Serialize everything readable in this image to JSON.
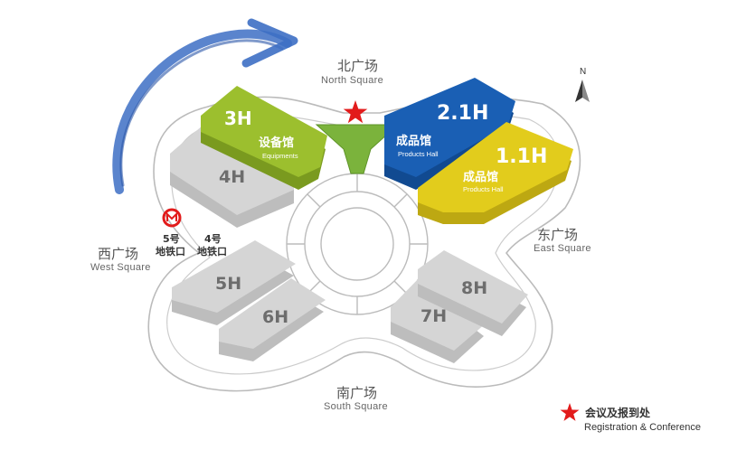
{
  "squares": {
    "north": {
      "cn": "北广场",
      "en": "North Square"
    },
    "south": {
      "cn": "南广场",
      "en": "South Square"
    },
    "east": {
      "cn": "东广场",
      "en": "East Square"
    },
    "west": {
      "cn": "西广场",
      "en": "West Square"
    }
  },
  "halls": {
    "h3": {
      "num": "3H",
      "cn": "设备馆",
      "en": "Equipments",
      "color": "#9cbf2e"
    },
    "h21": {
      "num": "2.1H",
      "cn": "成品馆",
      "en": "Products Hall",
      "color": "#1a5fb4"
    },
    "h11": {
      "num": "1.1H",
      "cn": "成品馆",
      "en": "Products Hall",
      "color": "#e2cc1c"
    },
    "h4": {
      "num": "4H"
    },
    "h5": {
      "num": "5H"
    },
    "h6": {
      "num": "6H"
    },
    "h7": {
      "num": "7H"
    },
    "h8": {
      "num": "8H"
    }
  },
  "metro": {
    "line5": {
      "num": "5号",
      "name": "地铁口"
    },
    "line4": {
      "num": "4号",
      "name": "地铁口"
    }
  },
  "compass": {
    "label": "N"
  },
  "legend": {
    "cn": "会议及报到处",
    "en": "Registration & Conference",
    "star_color": "#e21b1b"
  },
  "colors": {
    "arrow": "#3d6fc4",
    "funnel": "#7bb33c",
    "building_grey": "#cccccc",
    "outline": "#bbbbbb"
  },
  "icons": {
    "metro": "metro-icon",
    "registration": "star-icon",
    "north": "compass-icon"
  }
}
